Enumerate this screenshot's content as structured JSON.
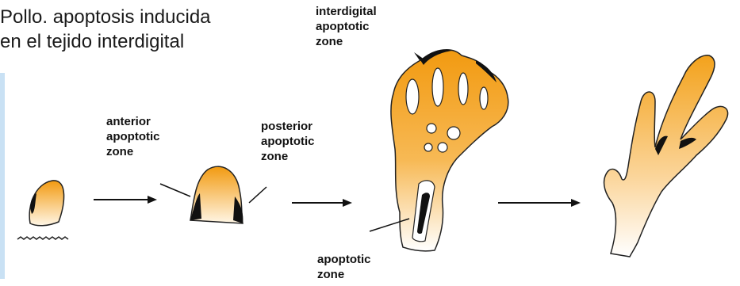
{
  "title": {
    "line1": "Pollo. apoptosis inducida",
    "line2": "en el tejido interdigital"
  },
  "labels": {
    "interdigital": [
      "interdigital",
      "apoptotic",
      "zone"
    ],
    "anterior": [
      "anterior",
      "apoptotic",
      "zone"
    ],
    "posterior": [
      "posterior",
      "apoptotic",
      "zone"
    ],
    "apoptotic": [
      "apoptotic",
      "zone"
    ]
  },
  "colors": {
    "limb_orange": "#f29a10",
    "limb_light": "#fff4e0",
    "apoptosis": "#111111",
    "side_bar": "#c9e1f4"
  }
}
